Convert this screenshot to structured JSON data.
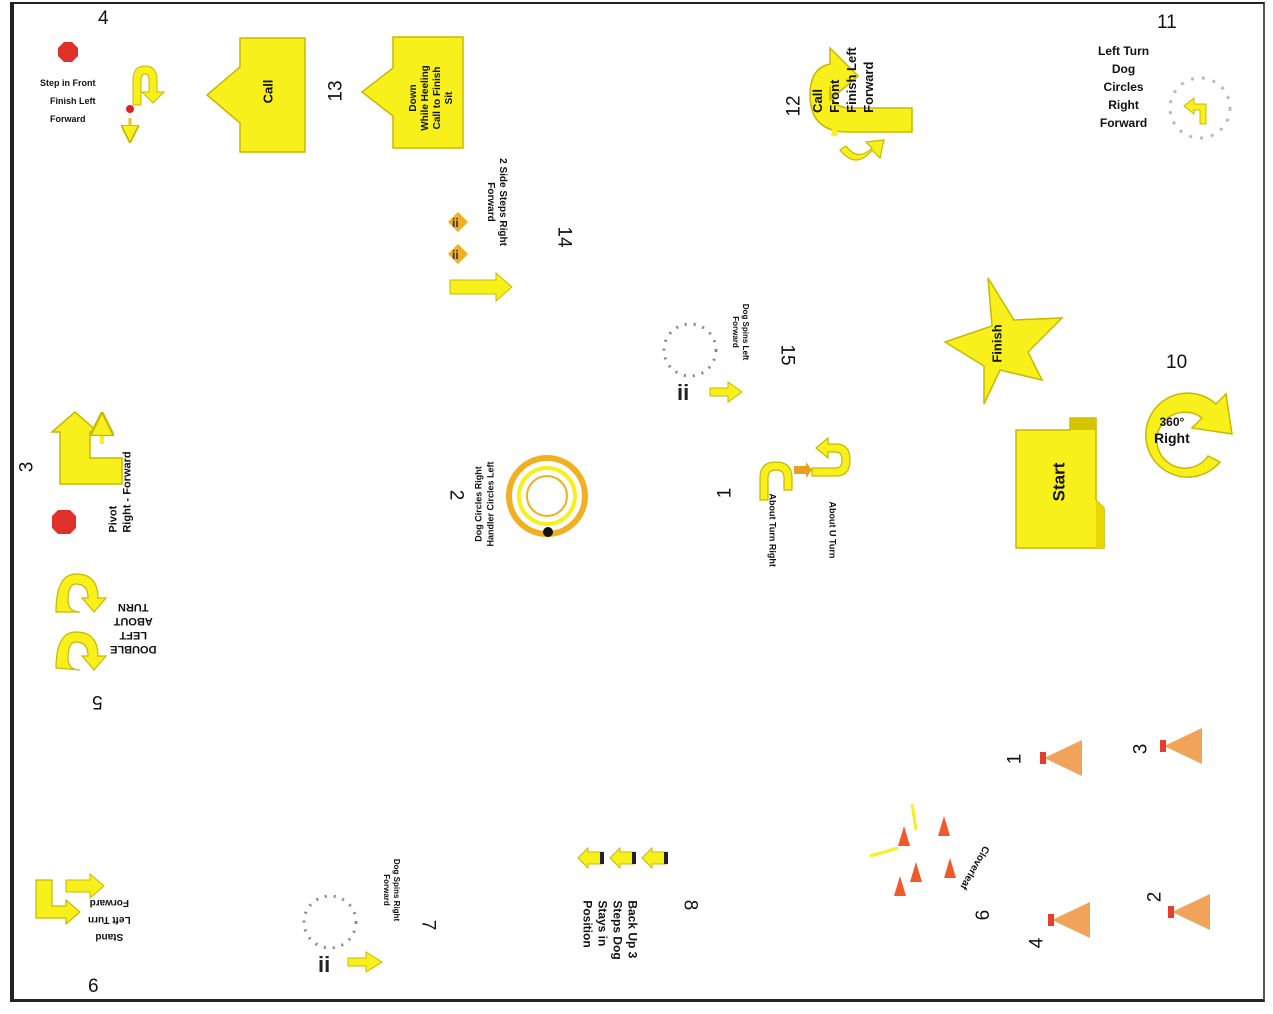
{
  "course_map": {
    "stations": {
      "s1": {
        "number": "1",
        "labels": [
          "About Turn Right",
          "About U Turn"
        ]
      },
      "s2": {
        "number": "2",
        "labels": [
          "Dog Circles Right",
          "Handler Circles Left"
        ]
      },
      "s3": {
        "number": "3",
        "labels": [
          "Pivot",
          "Right - Forward"
        ]
      },
      "s4": {
        "number": "4",
        "labels": [
          "Step in Front",
          "Finish Left",
          "Forward"
        ],
        "sign_text": "HALT"
      },
      "s5": {
        "number": "5",
        "labels": [
          "DOUBLE",
          "LEFT",
          "ABOUT",
          "TURN"
        ]
      },
      "s6": {
        "number": "6",
        "labels": [
          "Stand",
          "Left Turn",
          "Forward"
        ]
      },
      "s7": {
        "number": "7",
        "labels": [
          "Dog Spins Right",
          "Forward"
        ]
      },
      "s8": {
        "number": "8",
        "labels": [
          "Back Up 3",
          "Steps Dog",
          "Stays in",
          "Position"
        ]
      },
      "s9": {
        "number": "9",
        "labels": [
          "Cloverleaf"
        ]
      },
      "s10": {
        "number": "10",
        "labels": [
          "360°",
          "Right"
        ]
      },
      "s11": {
        "number": "11",
        "labels": [
          "Left Turn",
          "Dog",
          "Circles",
          "Right",
          "Forward"
        ]
      },
      "s12": {
        "number": "12",
        "labels": [
          "Call",
          "Front",
          "Finish Left",
          "Forward"
        ]
      },
      "s13": {
        "number": "13",
        "labels": [
          "Down",
          "While Heeling",
          "Call to Finish",
          "Sit"
        ]
      },
      "s14": {
        "number": "14",
        "labels": [
          "2 Side Steps Right",
          "Forward"
        ]
      },
      "s15": {
        "number": "15",
        "labels": [
          "Dog Spins Left",
          "Forward"
        ]
      }
    },
    "call_box": "Call",
    "start": "Start",
    "finish": "Finish",
    "cones": [
      "1",
      "2",
      "3",
      "4"
    ],
    "colors": {
      "sign": "#f7f01a",
      "sign_edge": "#c9b800",
      "stop": "#e0302a",
      "cone": "#f2a35a",
      "cone_tip": "#e2402a"
    }
  }
}
